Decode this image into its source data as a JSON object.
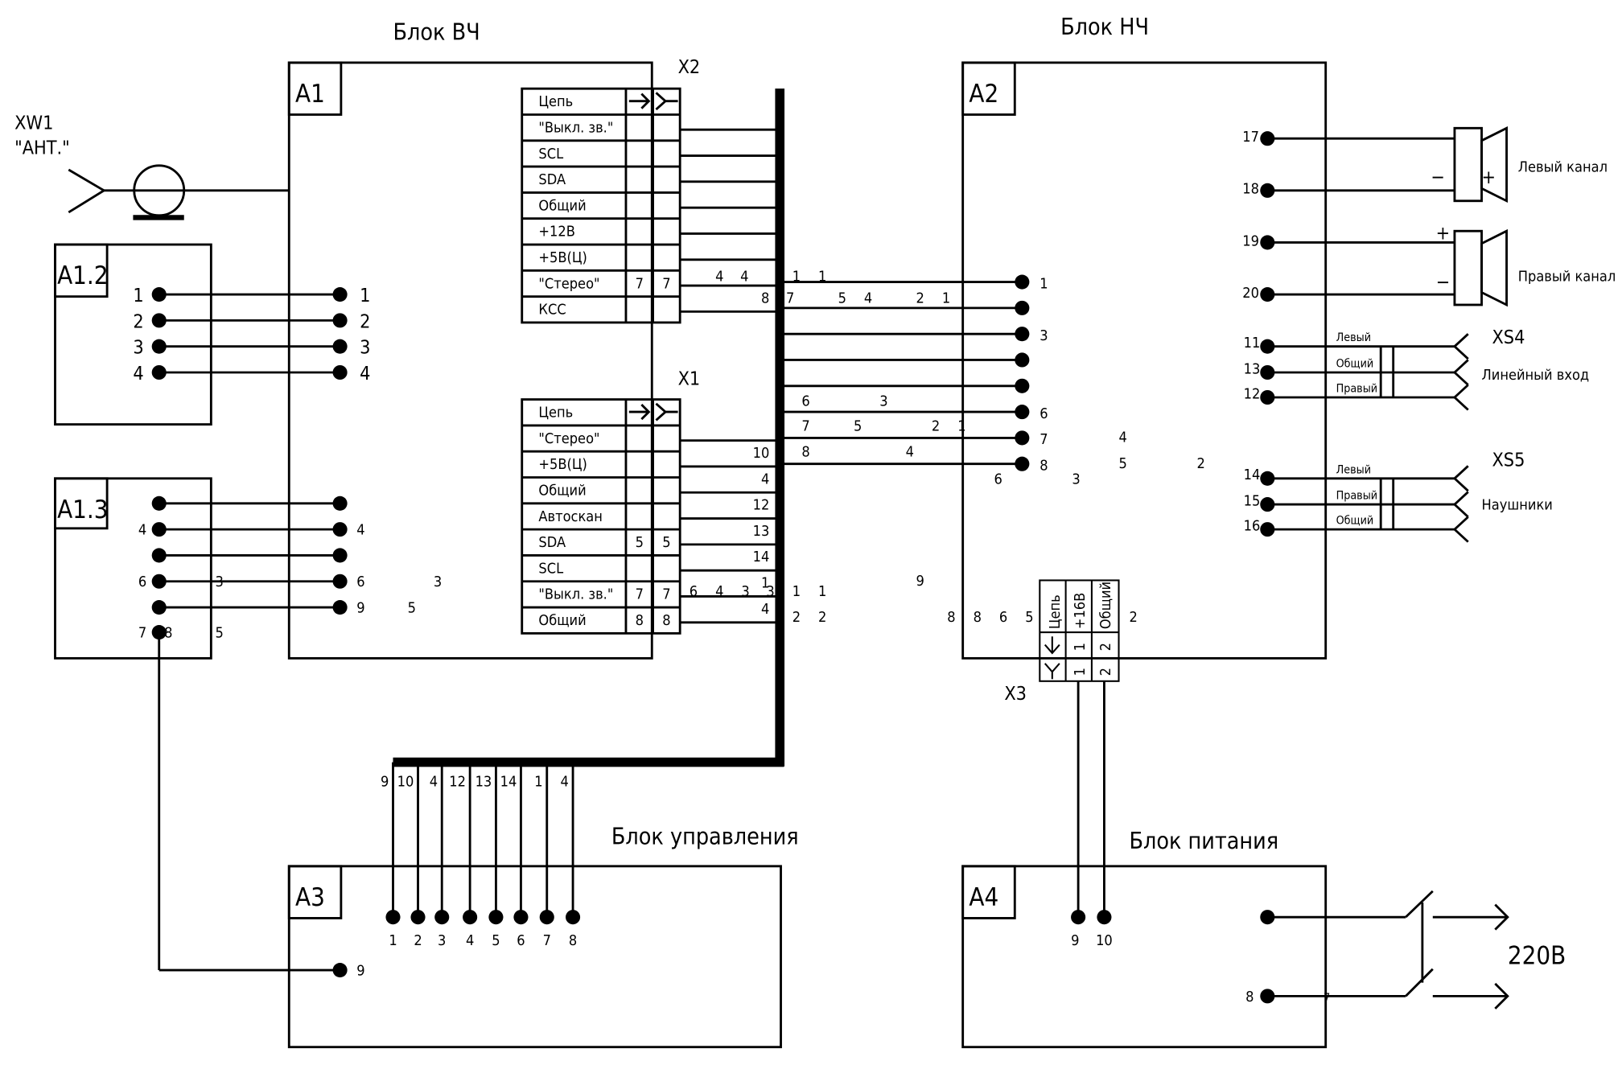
{
  "titles": {
    "rf_block": "Блок ВЧ",
    "lf_block": "Блок НЧ",
    "control_block": "Блок управления",
    "power_block": "Блок питания"
  },
  "refs": {
    "a1": "A1",
    "a2": "A2",
    "a3": "A3",
    "a4": "A4",
    "a1_2": "A1.2",
    "a1_3": "A1.3",
    "x1": "X1",
    "x2": "X2",
    "x3": "X3",
    "xs4": "XS4",
    "xs5": "XS5"
  },
  "antenna": {
    "ref": "XW1",
    "label": "\"АНТ.\""
  },
  "connector_x2": {
    "header": "Цепь",
    "rows": [
      {
        "name": "\"Выкл. зв.\"",
        "a": "",
        "b": ""
      },
      {
        "name": "SCL",
        "a": "",
        "b": ""
      },
      {
        "name": "SDA",
        "a": "",
        "b": ""
      },
      {
        "name": "Общий",
        "a": "",
        "b": ""
      },
      {
        "name": "+12В",
        "a": "",
        "b": ""
      },
      {
        "name": "+5В(Ц)",
        "a": "",
        "b": ""
      },
      {
        "name": "\"Стерео\"",
        "a": "7",
        "b": "7"
      },
      {
        "name": "КСС",
        "a": "",
        "b": ""
      }
    ]
  },
  "connector_x1": {
    "header": "Цепь",
    "rows": [
      {
        "name": "\"Стерео\"",
        "a": "",
        "b": ""
      },
      {
        "name": "+5В(Ц)",
        "a": "",
        "b": ""
      },
      {
        "name": "Общий",
        "a": "",
        "b": ""
      },
      {
        "name": "Автоскан",
        "a": "",
        "b": ""
      },
      {
        "name": "SDA",
        "a": "5",
        "b": "5"
      },
      {
        "name": "SCL",
        "a": "",
        "b": ""
      },
      {
        "name": "\"Выкл. зв.\"",
        "a": "7",
        "b": "7"
      },
      {
        "name": "Общий",
        "a": "8",
        "b": "8"
      }
    ],
    "wire_numbers": [
      "10",
      "4",
      "12",
      "13",
      "14",
      "1",
      "4"
    ]
  },
  "connector_x3": {
    "header": "Цепь",
    "columns": [
      "+16В",
      "Общий"
    ],
    "row_in": [
      "1",
      "2"
    ],
    "row_out": [
      "1",
      "2"
    ]
  },
  "a1_2": {
    "left_pins": [
      "1",
      "2",
      "3",
      "4"
    ],
    "right_pins": [
      "1",
      "2",
      "3",
      "4"
    ]
  },
  "a1_3": {
    "left_pins": [
      "",
      "4",
      "",
      "6",
      "",
      "7"
    ],
    "right_pins": [
      "",
      "4",
      "",
      "6",
      "9"
    ],
    "extra_labels": [
      "3",
      "8",
      "5",
      "3",
      "5"
    ]
  },
  "a2": {
    "bus_pins": [
      "1",
      "",
      "3",
      "",
      "",
      "6",
      "7",
      "8"
    ],
    "speaker_pins": [
      "17",
      "18",
      "19",
      "20"
    ],
    "left_channel": "Левый канал",
    "right_channel": "Правый канал",
    "line_in_pins": [
      "11",
      "13",
      "12"
    ],
    "line_in_wires": [
      "Левый",
      "Общий",
      "Правый"
    ],
    "line_in_label": "Линейный вход",
    "phones_pins": [
      "14",
      "15",
      "16"
    ],
    "phones_wires": [
      "Левый",
      "Правый",
      "Общий"
    ],
    "phones_label": "Наушники",
    "plus": "+",
    "minus": "−"
  },
  "bus_labels": {
    "stereo_row": [
      "4",
      "4",
      "1",
      "1"
    ],
    "kss_row": [
      "8",
      "7",
      "5",
      "4",
      "2",
      "1"
    ],
    "row6": [
      "6",
      "3"
    ],
    "row7": [
      "7",
      "5",
      "2",
      "1"
    ],
    "row8": [
      "8",
      "4"
    ],
    "below8": [
      "6",
      "3",
      "4",
      "5",
      "2"
    ],
    "x1_mute": [
      "6",
      "4",
      "3",
      "3",
      "1",
      "1"
    ],
    "x1_gnd": [
      "2",
      "2"
    ],
    "misc": [
      "9",
      "8",
      "8",
      "6",
      "5",
      "2"
    ]
  },
  "a3": {
    "bus_wires": [
      "9",
      "10",
      "4",
      "12",
      "13",
      "14",
      "1",
      "4"
    ],
    "pins": [
      "1",
      "2",
      "3",
      "4",
      "5",
      "6",
      "7",
      "8"
    ],
    "pin9": "9"
  },
  "a4": {
    "pins": [
      "9",
      "10"
    ],
    "pin8": "8",
    "pin7": "7",
    "mains": "220В"
  }
}
